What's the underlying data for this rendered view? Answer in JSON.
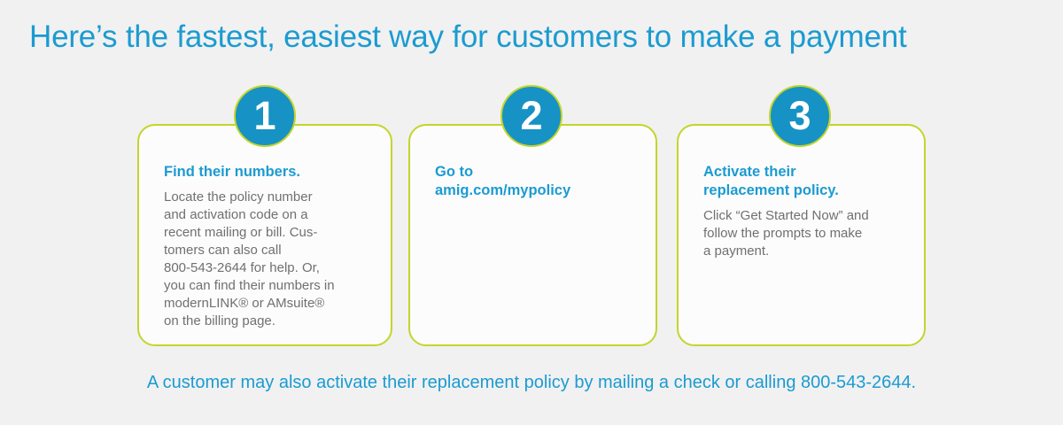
{
  "page": {
    "background_color": "#f1f1f1",
    "title": "Here’s the fastest, easiest way for customers to make a payment",
    "footer_note": "A customer may also activate their replacement policy by mailing a check or calling 800-543-2644."
  },
  "colors": {
    "brand_blue": "#1b9bd1",
    "badge_blue": "#1792c4",
    "lime_green": "#c3d52b",
    "body_gray": "#6e7073",
    "card_fill": "#fcfcfc"
  },
  "steps": [
    {
      "number": "1",
      "heading": "Find their numbers.",
      "link": "",
      "text": "Locate the policy number\nand activation code on a\nrecent mailing or bill. Cus-\ntomers can also call\n800-543-2644 for help. Or,\nyou can find their numbers in\nmodernLINK® or AMsuite®\non the billing page."
    },
    {
      "number": "2",
      "heading": "",
      "link": "Go to\namig.com/mypolicy",
      "text": ""
    },
    {
      "number": "3",
      "heading": "Activate their\nreplacement policy.",
      "link": "",
      "text": "Click “Get Started Now” and\nfollow the prompts to make\na payment."
    }
  ]
}
